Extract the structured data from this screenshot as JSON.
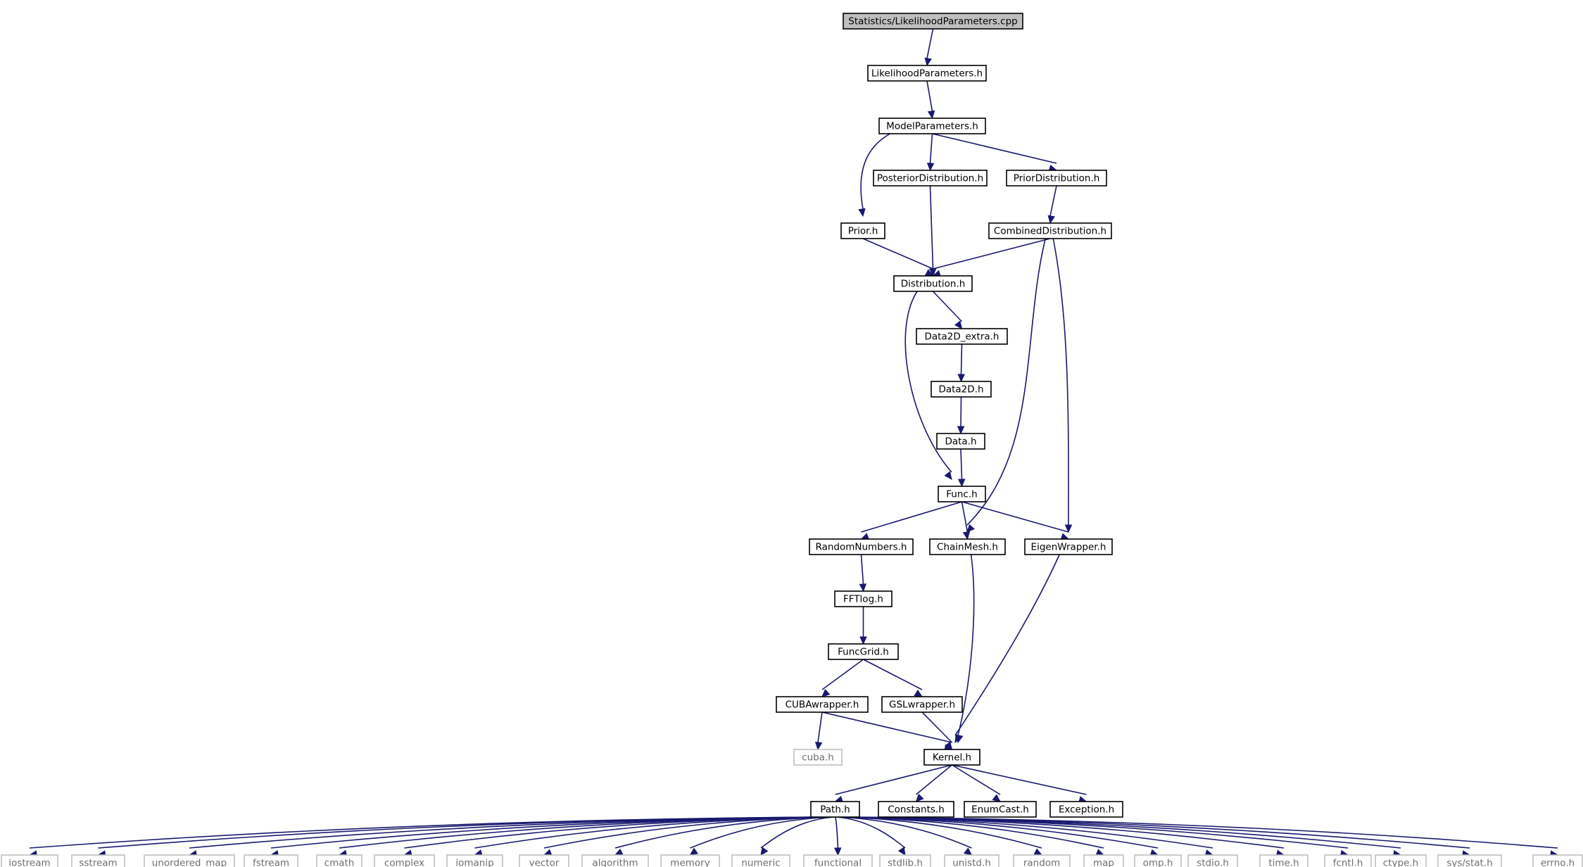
{
  "colors": {
    "edge": "#191970",
    "root_fill": "#bfbfbf",
    "node_border": "#000000",
    "system_border": "#bfbfbf",
    "system_text": "#6e6e6e"
  },
  "nodes": [
    {
      "id": "root",
      "label": "Statistics/LikelihoodParameters.cpp",
      "kind": "root"
    },
    {
      "id": "likelihoodparameters",
      "label": "LikelihoodParameters.h",
      "kind": "header"
    },
    {
      "id": "modelparameters",
      "label": "ModelParameters.h",
      "kind": "header"
    },
    {
      "id": "posteriordistribution",
      "label": "PosteriorDistribution.h",
      "kind": "header"
    },
    {
      "id": "priordistribution",
      "label": "PriorDistribution.h",
      "kind": "header"
    },
    {
      "id": "prior",
      "label": "Prior.h",
      "kind": "header"
    },
    {
      "id": "combineddistribution",
      "label": "CombinedDistribution.h",
      "kind": "header"
    },
    {
      "id": "distribution",
      "label": "Distribution.h",
      "kind": "header"
    },
    {
      "id": "data2d_extra",
      "label": "Data2D_extra.h",
      "kind": "header"
    },
    {
      "id": "data2d",
      "label": "Data2D.h",
      "kind": "header"
    },
    {
      "id": "data",
      "label": "Data.h",
      "kind": "header"
    },
    {
      "id": "func",
      "label": "Func.h",
      "kind": "header"
    },
    {
      "id": "randomnumbers",
      "label": "RandomNumbers.h",
      "kind": "header"
    },
    {
      "id": "chainmesh",
      "label": "ChainMesh.h",
      "kind": "header"
    },
    {
      "id": "eigenwrapper",
      "label": "EigenWrapper.h",
      "kind": "header"
    },
    {
      "id": "fftlog",
      "label": "FFTlog.h",
      "kind": "header"
    },
    {
      "id": "funcgrid",
      "label": "FuncGrid.h",
      "kind": "header"
    },
    {
      "id": "cubawrapper",
      "label": "CUBAwrapper.h",
      "kind": "header"
    },
    {
      "id": "gslwrapper",
      "label": "GSLwrapper.h",
      "kind": "header"
    },
    {
      "id": "cuba",
      "label": "cuba.h",
      "kind": "system"
    },
    {
      "id": "kernel",
      "label": "Kernel.h",
      "kind": "header"
    },
    {
      "id": "path",
      "label": "Path.h",
      "kind": "header"
    },
    {
      "id": "constants",
      "label": "Constants.h",
      "kind": "header"
    },
    {
      "id": "enumcast",
      "label": "EnumCast.h",
      "kind": "header"
    },
    {
      "id": "exception",
      "label": "Exception.h",
      "kind": "header"
    },
    {
      "id": "iostream",
      "label": "iostream",
      "kind": "system"
    },
    {
      "id": "sstream",
      "label": "sstream",
      "kind": "system"
    },
    {
      "id": "unordered_map",
      "label": "unordered_map",
      "kind": "system"
    },
    {
      "id": "fstream",
      "label": "fstream",
      "kind": "system"
    },
    {
      "id": "cmath",
      "label": "cmath",
      "kind": "system"
    },
    {
      "id": "complex",
      "label": "complex",
      "kind": "system"
    },
    {
      "id": "iomanip",
      "label": "iomanip",
      "kind": "system"
    },
    {
      "id": "vector",
      "label": "vector",
      "kind": "system"
    },
    {
      "id": "algorithm",
      "label": "algorithm",
      "kind": "system"
    },
    {
      "id": "memory",
      "label": "memory",
      "kind": "system"
    },
    {
      "id": "numeric",
      "label": "numeric",
      "kind": "system"
    },
    {
      "id": "functional",
      "label": "functional",
      "kind": "system"
    },
    {
      "id": "stdlib",
      "label": "stdlib.h",
      "kind": "system"
    },
    {
      "id": "unistd",
      "label": "unistd.h",
      "kind": "system"
    },
    {
      "id": "random",
      "label": "random",
      "kind": "system"
    },
    {
      "id": "map",
      "label": "map",
      "kind": "system"
    },
    {
      "id": "omp",
      "label": "omp.h",
      "kind": "system"
    },
    {
      "id": "stdio",
      "label": "stdio.h",
      "kind": "system"
    },
    {
      "id": "time",
      "label": "time.h",
      "kind": "system"
    },
    {
      "id": "fcntl",
      "label": "fcntl.h",
      "kind": "system"
    },
    {
      "id": "ctype",
      "label": "ctype.h",
      "kind": "system"
    },
    {
      "id": "sysstat",
      "label": "sys/stat.h",
      "kind": "system"
    },
    {
      "id": "errno",
      "label": "errno.h",
      "kind": "system"
    }
  ],
  "edges": [
    [
      "root",
      "likelihoodparameters"
    ],
    [
      "likelihoodparameters",
      "modelparameters"
    ],
    [
      "modelparameters",
      "posteriordistribution"
    ],
    [
      "modelparameters",
      "priordistribution"
    ],
    [
      "modelparameters",
      "prior"
    ],
    [
      "priordistribution",
      "combineddistribution"
    ],
    [
      "prior",
      "distribution"
    ],
    [
      "posteriordistribution",
      "distribution"
    ],
    [
      "combineddistribution",
      "distribution"
    ],
    [
      "combineddistribution",
      "chainmesh"
    ],
    [
      "combineddistribution",
      "eigenwrapper"
    ],
    [
      "distribution",
      "data2d_extra"
    ],
    [
      "distribution",
      "func"
    ],
    [
      "data2d_extra",
      "data2d"
    ],
    [
      "data2d",
      "data"
    ],
    [
      "data",
      "func"
    ],
    [
      "func",
      "randomnumbers"
    ],
    [
      "func",
      "chainmesh"
    ],
    [
      "func",
      "eigenwrapper"
    ],
    [
      "randomnumbers",
      "fftlog"
    ],
    [
      "fftlog",
      "funcgrid"
    ],
    [
      "funcgrid",
      "cubawrapper"
    ],
    [
      "funcgrid",
      "gslwrapper"
    ],
    [
      "cubawrapper",
      "cuba"
    ],
    [
      "cubawrapper",
      "kernel"
    ],
    [
      "gslwrapper",
      "kernel"
    ],
    [
      "chainmesh",
      "kernel"
    ],
    [
      "eigenwrapper",
      "kernel"
    ],
    [
      "kernel",
      "path"
    ],
    [
      "kernel",
      "constants"
    ],
    [
      "kernel",
      "enumcast"
    ],
    [
      "kernel",
      "exception"
    ],
    [
      "path",
      "iostream"
    ],
    [
      "path",
      "sstream"
    ],
    [
      "path",
      "unordered_map"
    ],
    [
      "path",
      "fstream"
    ],
    [
      "path",
      "cmath"
    ],
    [
      "path",
      "complex"
    ],
    [
      "path",
      "iomanip"
    ],
    [
      "path",
      "vector"
    ],
    [
      "path",
      "algorithm"
    ],
    [
      "path",
      "memory"
    ],
    [
      "path",
      "numeric"
    ],
    [
      "path",
      "functional"
    ],
    [
      "path",
      "stdlib"
    ],
    [
      "path",
      "unistd"
    ],
    [
      "path",
      "random"
    ],
    [
      "path",
      "map"
    ],
    [
      "path",
      "omp"
    ],
    [
      "path",
      "stdio"
    ],
    [
      "path",
      "time"
    ],
    [
      "path",
      "fcntl"
    ],
    [
      "path",
      "ctype"
    ],
    [
      "path",
      "sysstat"
    ],
    [
      "path",
      "errno"
    ]
  ]
}
